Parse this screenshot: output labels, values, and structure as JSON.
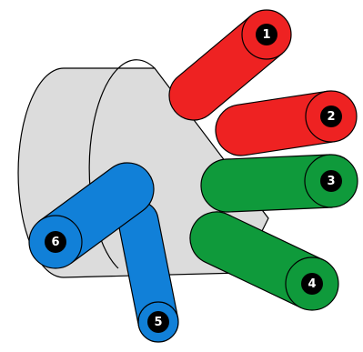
{
  "colors": {
    "hub": "#dcdcdc",
    "outline": "#000000",
    "badge": "#000000",
    "badge_text": "#ffffff",
    "red": "#ee2222",
    "green": "#0f9a3b",
    "blue": "#1180d8"
  },
  "cylinders": [
    {
      "id": "1",
      "label": "1",
      "color": "red"
    },
    {
      "id": "2",
      "label": "2",
      "color": "red"
    },
    {
      "id": "3",
      "label": "3",
      "color": "green"
    },
    {
      "id": "4",
      "label": "4",
      "color": "green"
    },
    {
      "id": "5",
      "label": "5",
      "color": "blue"
    },
    {
      "id": "6",
      "label": "6",
      "color": "blue"
    }
  ]
}
